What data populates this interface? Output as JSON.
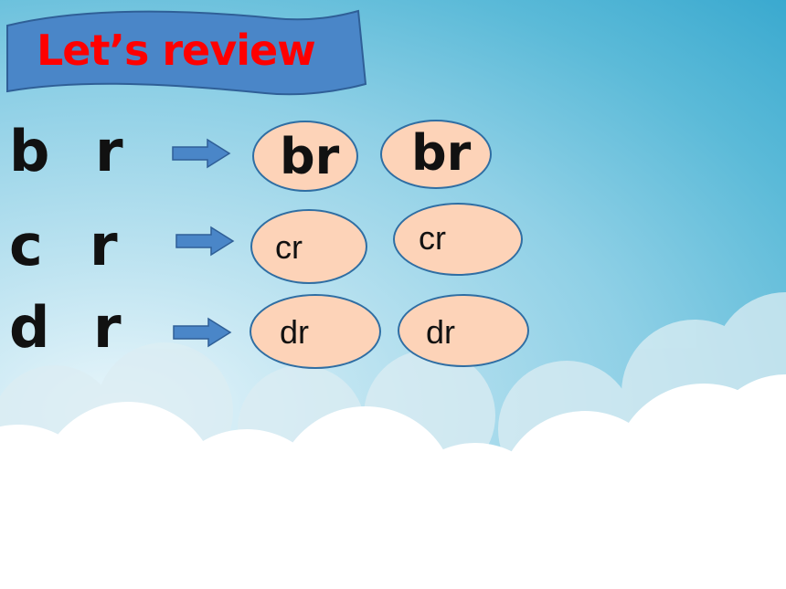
{
  "title": "Let’s review",
  "rows": [
    {
      "consonant1": "b",
      "consonant2": "r",
      "blend1": "br",
      "blend2": "br"
    },
    {
      "consonant1": "c",
      "consonant2": "r",
      "blend1": "cr",
      "blend2": "cr"
    },
    {
      "consonant1": "d",
      "consonant2": "r",
      "blend1": "dr",
      "blend2": "dr"
    }
  ],
  "colors": {
    "title": "#ff0000",
    "banner": "#4a86c8",
    "oval_fill": "#fdd3b8",
    "oval_border": "#2f6ea3",
    "arrow": "#4a86c8"
  }
}
